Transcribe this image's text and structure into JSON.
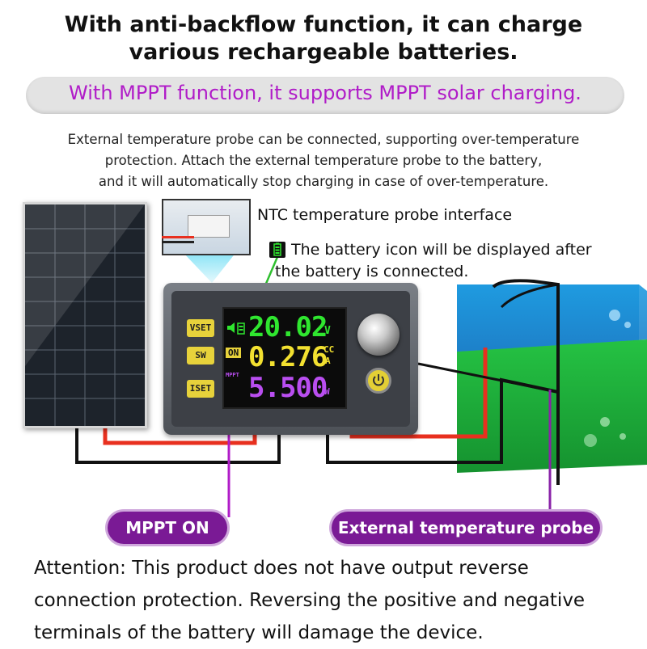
{
  "header": {
    "title_line1": "With anti-backflow function, it can charge",
    "title_line2": "various rechargeable batteries."
  },
  "banner": {
    "text": "With MPPT function, it supports MPPT solar charging."
  },
  "description": {
    "line1": "External temperature probe can be connected, supporting over-temperature",
    "line2": "protection. Attach the external temperature probe to the battery,",
    "line3": "and it will automatically stop charging in case of over-temperature."
  },
  "labels": {
    "ntc": "NTC temperature probe interface",
    "battery_line1": "The battery icon will be displayed after",
    "battery_line2": "the battery is connected."
  },
  "device": {
    "buttons": [
      "VSET",
      "SW",
      "ISET"
    ],
    "on_indicator": "ON",
    "mppt_indicator": "MPPT",
    "voltage_value": "20.02",
    "voltage_unit": "V",
    "current_value": "0.276",
    "current_unit": "A",
    "mode_indicator": "CC",
    "power_value": "5.500",
    "power_unit": "W"
  },
  "callouts": {
    "mppt": "MPPT ON",
    "probe": "External temperature probe"
  },
  "attention": {
    "line1": "Attention: This product does not have output reverse",
    "line2": "connection protection. Reversing the positive and negative",
    "line3": "terminals of the battery will damage the device."
  },
  "colors": {
    "banner_text": "#b01cc8",
    "callout_bg": "#7a1a95",
    "voltage": "#2fe62f",
    "current": "#f2e030",
    "power": "#b94ef0",
    "button": "#e7d23b",
    "battery_green": "#1fae3c",
    "battery_blue": "#1f8fd8",
    "wire_red": "#e8301f"
  }
}
